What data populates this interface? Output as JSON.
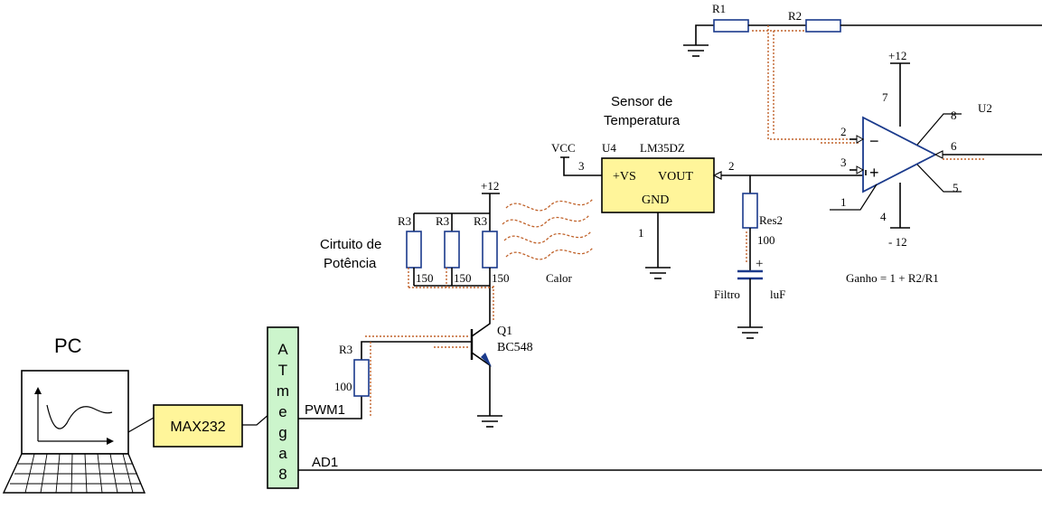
{
  "colors": {
    "box_yellow": "#fff59a",
    "box_green": "#ccf5cc",
    "wire": "#000000",
    "component_outline": "#1a3a8c",
    "heat_trace": "#c0622a"
  },
  "pc": {
    "label": "PC",
    "icon": "laptop-with-graph-icon"
  },
  "max232": {
    "label": "MAX232"
  },
  "mcu": {
    "label": "ATmega8",
    "letters": [
      "A",
      "T",
      "m",
      "e",
      "g",
      "a",
      "8"
    ]
  },
  "nets": {
    "pwm": "PWM1",
    "adc": "AD1",
    "vcc": "VCC",
    "plus12_power": "+12",
    "plus12_opamp": "+12",
    "minus12": "- 12"
  },
  "power_circuit": {
    "title_line1": "Cirtuito de",
    "title_line2": "Potência",
    "resistors": [
      {
        "name": "R3",
        "value": "150"
      },
      {
        "name": "R3",
        "value": "150"
      },
      {
        "name": "R3",
        "value": "150"
      }
    ],
    "heat_label": "Calor"
  },
  "base_resistor": {
    "name": "R3",
    "value": "100"
  },
  "transistor": {
    "name": "Q1",
    "part": "BC548"
  },
  "sensor": {
    "title_line1": "Sensor de",
    "title_line2": "Temperatura",
    "ref": "U4",
    "part": "LM35DZ",
    "pin_vs": "+VS",
    "pin_vout": "VOUT",
    "pin_gnd": "GND",
    "pin_num_vs": "3",
    "pin_num_vout": "2",
    "pin_num_gnd": "1"
  },
  "filter": {
    "res_name": "Res2",
    "res_value": "100",
    "cap_polarity": "+",
    "cap_name": "Filtro",
    "cap_value": "luF"
  },
  "opamp": {
    "ref": "U2",
    "pin_inv": "2",
    "pin_noninv": "3",
    "pin_out": "6",
    "pin_8": "8",
    "pin_5": "5",
    "pin_1": "1",
    "pin_4": "4",
    "pin_7": "7",
    "minus_sign": "−",
    "plus_sign": "+"
  },
  "feedback": {
    "r1": "R1",
    "r2": "R2"
  },
  "gain_formula": "Ganho = 1 + R2/R1"
}
